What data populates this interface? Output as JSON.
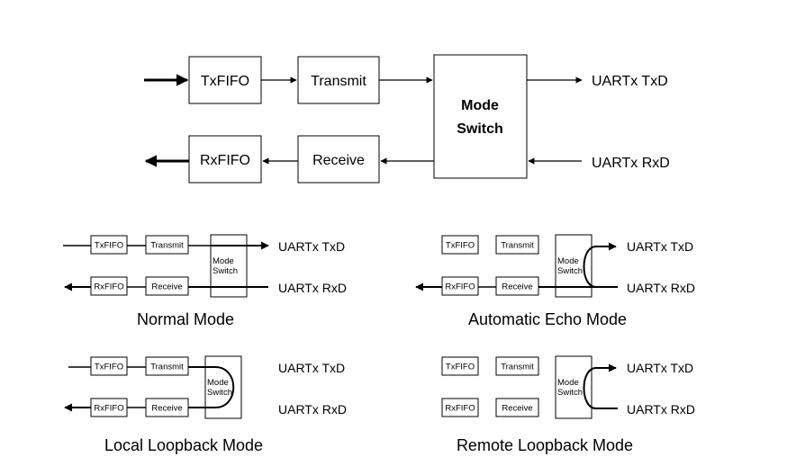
{
  "main": {
    "txfifo": "TxFIFO",
    "transmit": "Transmit",
    "rxfifo": "RxFIFO",
    "receive": "Receive",
    "mode_switch_line1": "Mode",
    "mode_switch_line2": "Switch",
    "txd": "UARTx TxD",
    "rxd": "UARTx RxD"
  },
  "small": {
    "txfifo": "TxFIFO",
    "transmit": "Transmit",
    "rxfifo": "RxFIFO",
    "receive": "Receive",
    "mode": "Mode",
    "switch": "Switch",
    "txd": "UARTx TxD",
    "rxd": "UARTx RxD"
  },
  "modes": {
    "normal": "Normal Mode",
    "echo": "Automatic Echo Mode",
    "local": "Local Loopback Mode",
    "remote": "Remote Loopback Mode"
  }
}
